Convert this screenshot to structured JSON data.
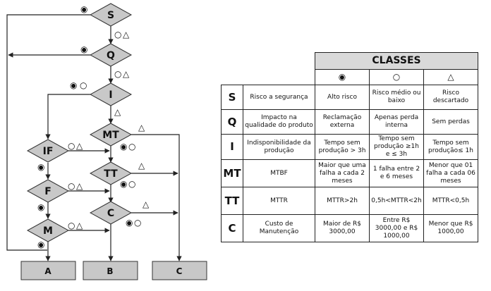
{
  "flow": {
    "diamonds": [
      "S",
      "Q",
      "I",
      "MT",
      "TT",
      "C",
      "IF",
      "F",
      "M"
    ],
    "symbols": {
      "filled": "◉",
      "open": "○",
      "triangle": "△"
    },
    "outputs": [
      "A",
      "B",
      "C"
    ]
  },
  "table": {
    "title": "CLASSES",
    "class_symbols": [
      "◉",
      "○",
      "△"
    ],
    "rows": [
      {
        "code": "S",
        "criterion": "Risco a segurança",
        "values": [
          "Alto risco",
          "Risco médio ou baixo",
          "Risco descartado"
        ]
      },
      {
        "code": "Q",
        "criterion": "Impacto na qualidade do produto",
        "values": [
          "Reclamação externa",
          "Apenas perda interna",
          "Sem perdas"
        ]
      },
      {
        "code": "I",
        "criterion": "Indisponibilidade da produção",
        "values": [
          "Tempo sem produção > 3h",
          "Tempo sem produção ≥1h e ≤ 3h",
          "Tempo sem produção≤ 1h"
        ]
      },
      {
        "code": "MT",
        "criterion": "MTBF",
        "values": [
          "Maior que uma falha a cada 2 meses",
          "1 falha entre 2 e 6 meses",
          "Menor que 01 falha a cada 06 meses"
        ]
      },
      {
        "code": "TT",
        "criterion": "MTTR",
        "values": [
          "MTTR>2h",
          "0,5h<MTTR<2h",
          "MTTR<0,5h"
        ]
      },
      {
        "code": "C",
        "criterion": "Custo de Manutenção",
        "values": [
          "Maior de R$ 3000,00",
          "Entre R$ 3000,00 e R$ 1000,00",
          "Menor que R$ 1000,00"
        ]
      }
    ]
  }
}
